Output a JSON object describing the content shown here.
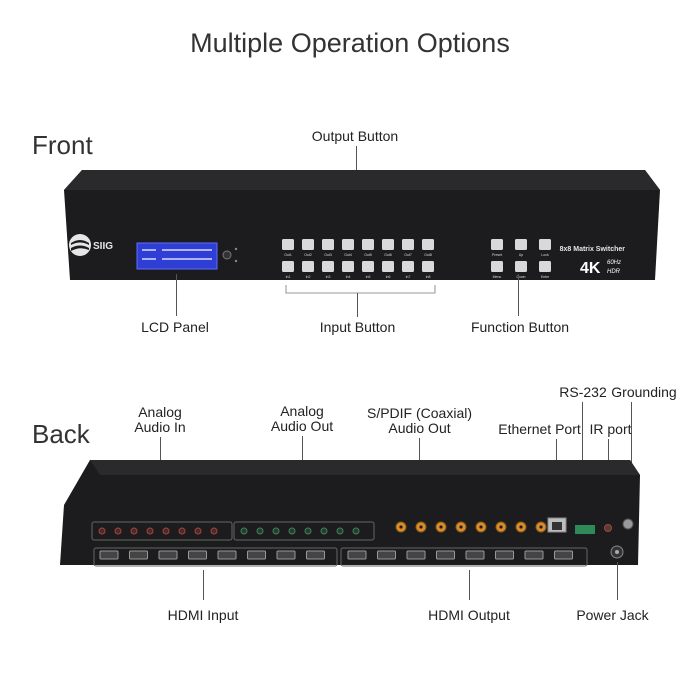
{
  "title": "Multiple Operation Options",
  "front": {
    "section": "Front",
    "brand": "SIIG",
    "model": "8x8 Matrix Switcher",
    "resolution": "4K",
    "refresh": "60Hz",
    "hdr": "HDR",
    "output_buttons": [
      "Out1",
      "Out2",
      "Out3",
      "Out4",
      "Out5",
      "Out6",
      "Out7",
      "Out8"
    ],
    "input_buttons": [
      "In1",
      "In2",
      "In3",
      "In4",
      "In5",
      "In6",
      "In7",
      "In8"
    ],
    "function_top": [
      "Preset",
      "Up",
      "Lock"
    ],
    "function_bottom": [
      "Menu",
      "Down",
      "Enter"
    ],
    "callouts": {
      "output_button": "Output Button",
      "lcd_panel": "LCD Panel",
      "input_button": "Input Button",
      "function_button": "Function Button"
    }
  },
  "back": {
    "section": "Back",
    "callouts": {
      "analog_in_line1": "Analog",
      "analog_in_line2": "Audio In",
      "analog_out_line1": "Analog",
      "analog_out_line2": "Audio Out",
      "spdif_line1": "S/PDIF (Coaxial)",
      "spdif_line2": "Audio Out",
      "ethernet": "Ethernet Port",
      "rs232": "RS-232",
      "grounding": "Grounding",
      "ir": "IR port",
      "hdmi_input": "HDMI Input",
      "hdmi_output": "HDMI Output",
      "power": "Power Jack"
    }
  },
  "colors": {
    "chassis": "#1c1c1e",
    "lcd": "#2f3fd6",
    "accent_ring": "#c0392b",
    "aux_ring": "#2e8b57"
  }
}
